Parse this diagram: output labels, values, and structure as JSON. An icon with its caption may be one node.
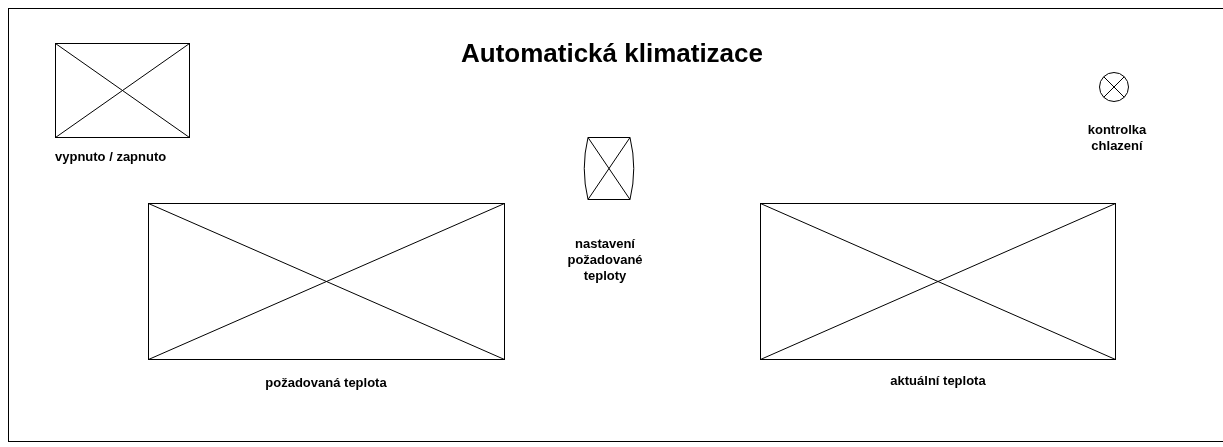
{
  "diagram": {
    "title": "Automatická klimatizace",
    "nodes": [
      {
        "text": [
          "vypnuto / zapnuto"
        ]
      },
      {
        "text": [
          "kontrolka chlazení"
        ]
      },
      {
        "text": [
          "nastavení požadované teploty"
        ]
      },
      {
        "text": [
          "požadovaná teplota"
        ]
      },
      {
        "text": [
          "aktuální teplota"
        ]
      }
    ]
  }
}
